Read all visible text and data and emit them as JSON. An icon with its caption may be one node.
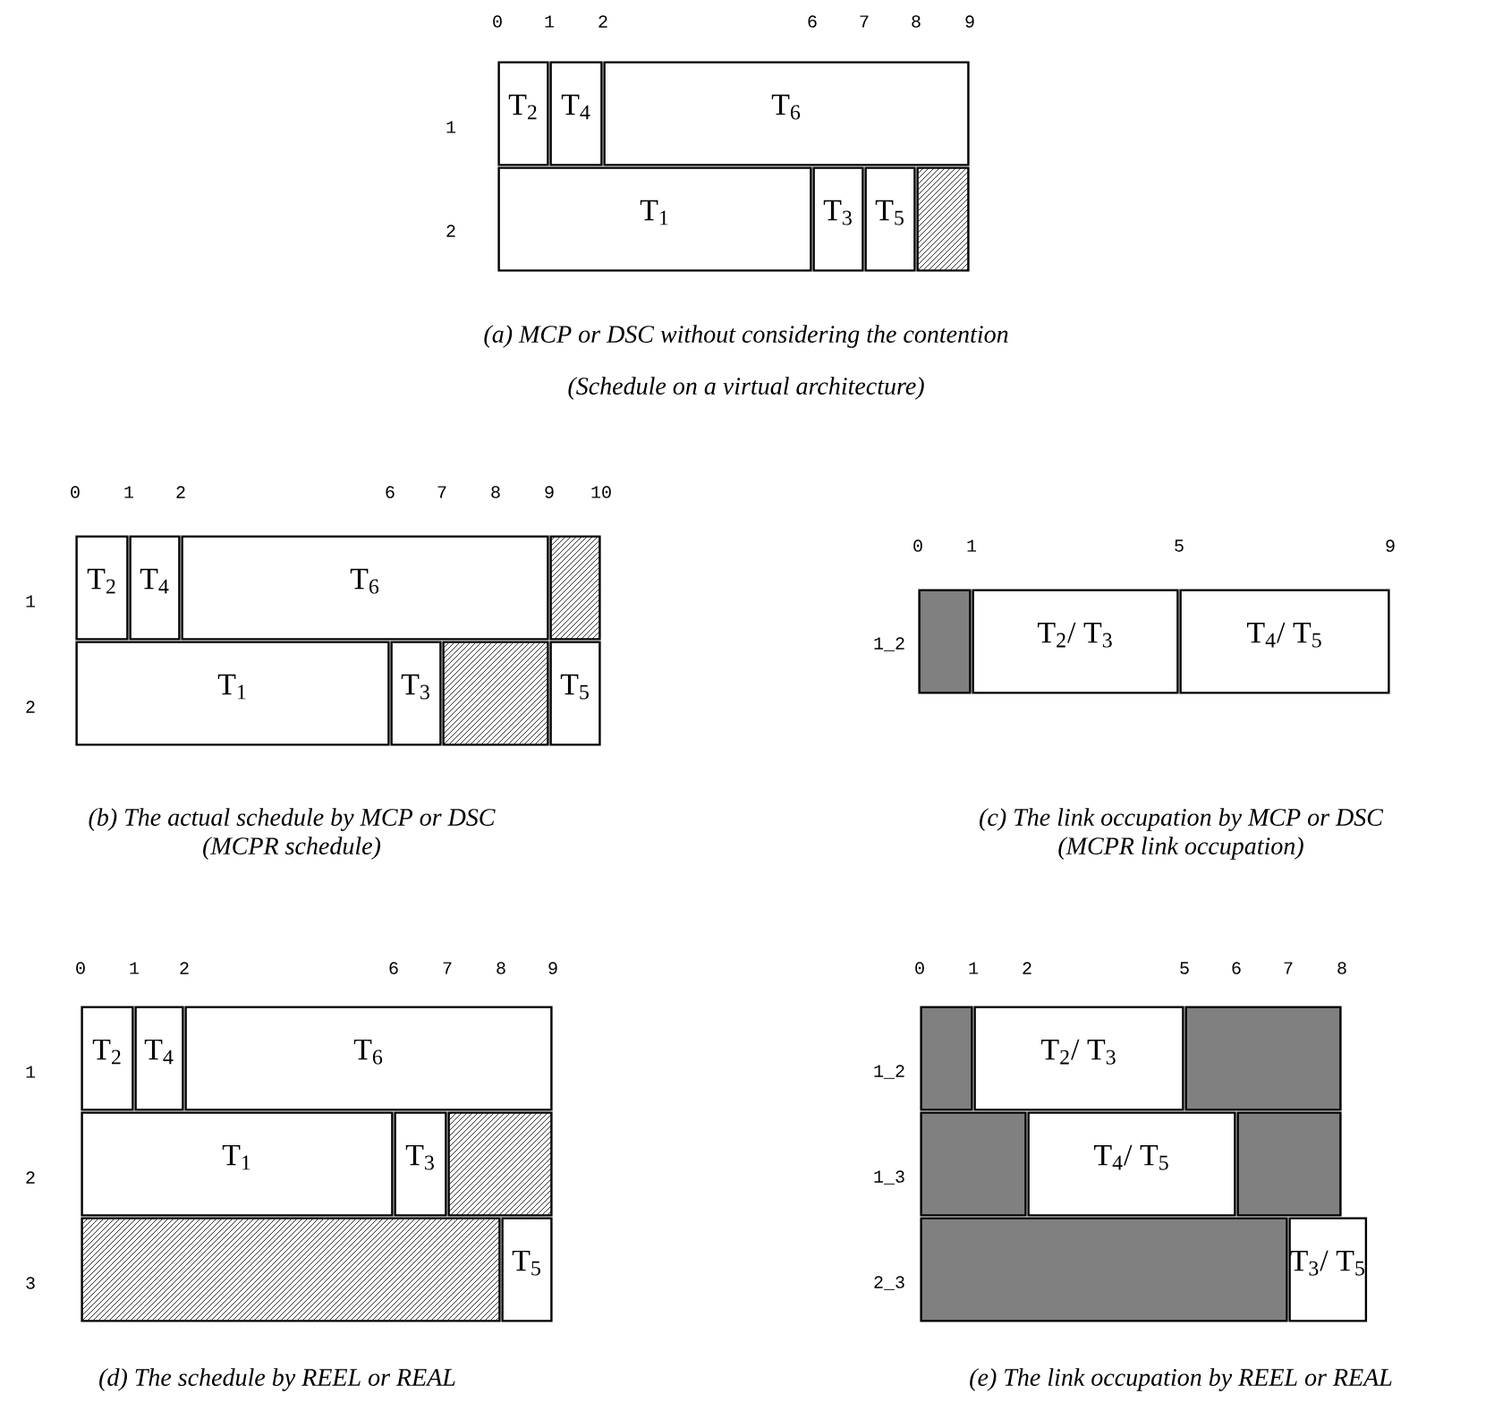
{
  "diagram": {
    "nodes": [
      {
        "text": [
          "T$_{2}$"
        ]
      },
      {
        "text": [
          "T$_{4}$"
        ]
      },
      {
        "text": [
          "T$_{6}$"
        ]
      },
      {
        "text": [
          "T$_{1}$"
        ]
      },
      {
        "text": [
          "T$_{3}$"
        ]
      },
      {
        "text": [
          "T$_{5}$"
        ]
      },
      {
        "text": [],
        "shape": "box"
      },
      {
        "text": [
          "T$_{2}$"
        ]
      },
      {
        "text": [
          "T$_{4}$"
        ]
      },
      {
        "text": [
          "T$_{6}$"
        ]
      },
      {
        "text": [],
        "shape": "box"
      },
      {
        "text": [
          "T$_{1}$"
        ]
      },
      {
        "text": [
          "T$_{3}$"
        ]
      },
      {
        "text": [],
        "shape": "box"
      },
      {
        "text": [
          "T$_{5}$"
        ]
      },
      {
        "text": [],
        "shape": "box"
      },
      {
        "text": [
          "T$_{2}$/ T$_{3}$"
        ]
      },
      {
        "text": [
          "T$_{4}$/ T$_{5}$"
        ]
      },
      {
        "text": [
          "T$_{2}$"
        ]
      },
      {
        "text": [
          "T$_{4}$"
        ]
      },
      {
        "text": [
          "T$_{6}$"
        ]
      },
      {
        "text": [
          "T$_{1}$"
        ]
      },
      {
        "text": [
          "T$_{3}$"
        ]
      },
      {
        "text": [],
        "shape": "box"
      },
      {
        "text": [],
        "shape": "box"
      },
      {
        "text": [
          "T$_{5}$"
        ]
      },
      {
        "text": [],
        "shape": "box"
      },
      {
        "text": [
          "T$_{2}$/ T$_{3}$"
        ]
      },
      {
        "text": [],
        "shape": "box"
      },
      {
        "text": [],
        "shape": "box"
      },
      {
        "text": [
          "T$_{4}$/ T$_{5}$"
        ]
      },
      {
        "text": [],
        "shape": "box"
      },
      {
        "text": [],
        "shape": "box"
      },
      {
        "text": [
          "T$_{3}$/ T$_{5}$"
        ]
      }
    ],
    "labels": [
      "0",
      "1",
      "2",
      "6",
      "7",
      "8",
      "9",
      "1",
      "2",
      "(a) MCP or DSC without considering the contention",
      "(Schedule on a virtual architecture)",
      "0",
      "1",
      "2",
      "6",
      "7",
      "8",
      "9",
      "10",
      "1",
      "2",
      "(b) The actual schedule by MCP or DSC",
      "(MCPR schedule)",
      "0",
      "1",
      "5",
      "9",
      "1_2",
      "(c) The link occupation by MCP or DSC",
      "(MCPR link occupation)",
      "0",
      "1",
      "2",
      "6",
      "7",
      "8",
      "9",
      "1",
      "2",
      "3",
      "(d) The schedule by REEL or REAL",
      "0",
      "1",
      "2",
      "5",
      "6",
      "7",
      "8",
      "1_2",
      "1_3",
      "2_3",
      "(e) The link occupation by REEL or REAL"
    ]
  }
}
